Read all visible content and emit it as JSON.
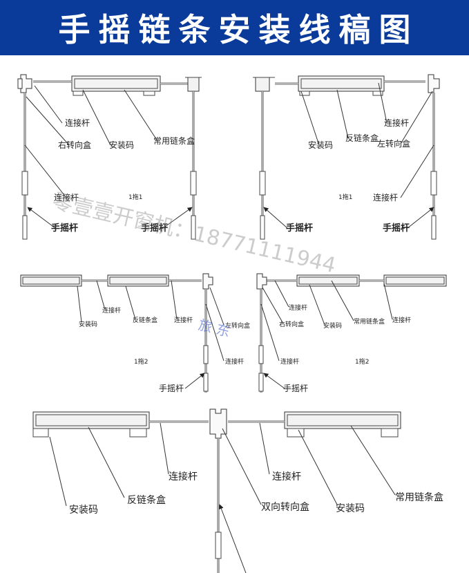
{
  "header": {
    "title": "手摇链条安装线稿图",
    "bg_color": "#0a3a9a"
  },
  "panel1": {
    "labels": {
      "connector_rod": "连接杆",
      "right_turn_box": "右转向盒",
      "mount_code": "安装码",
      "standard_box": "常用链条盒",
      "connector_rod_2": "连接杆",
      "crank": "手摇杆",
      "crank_2": "手摇杆",
      "caption": "1拖1"
    }
  },
  "panel2": {
    "labels": {
      "mount_code": "安装码",
      "reverse_box": "反链条盒",
      "connector_rod": "连接杆",
      "left_turn_box": "左转向盒",
      "connector_rod_2": "连接杆",
      "crank": "手摇杆",
      "crank_2": "手摇杆",
      "caption": "1拖1"
    }
  },
  "panel3": {
    "labels": {
      "mount_code": "安装码",
      "connector_rod": "连接杆",
      "reverse_box": "反链条盒",
      "connector_rod_2": "连接杆",
      "left_turn_box": "左转向盒",
      "connector_rod_3": "连接杆",
      "crank": "手摇杆",
      "caption": "1拖2"
    }
  },
  "panel4": {
    "labels": {
      "connector_rod": "连接杆",
      "right_turn_box": "右转向盒",
      "mount_code": "安装码",
      "standard_box": "常用链条盒",
      "connector_rod_2": "连接杆",
      "connector_rod_3": "连接杆",
      "crank": "手摇杆",
      "caption": "1拖2"
    }
  },
  "panel5": {
    "labels": {
      "mount_code": "安装码",
      "reverse_box": "反链条盒",
      "connector_rod_left": "连接杆",
      "bidirectional_box": "双向转向盒",
      "connector_rod_right": "连接杆",
      "mount_code_2": "安装码",
      "standard_box": "常用链条盒"
    }
  },
  "watermark": {
    "text": "零壹壹开窗机：18771111944",
    "stamp": "旅 东"
  }
}
